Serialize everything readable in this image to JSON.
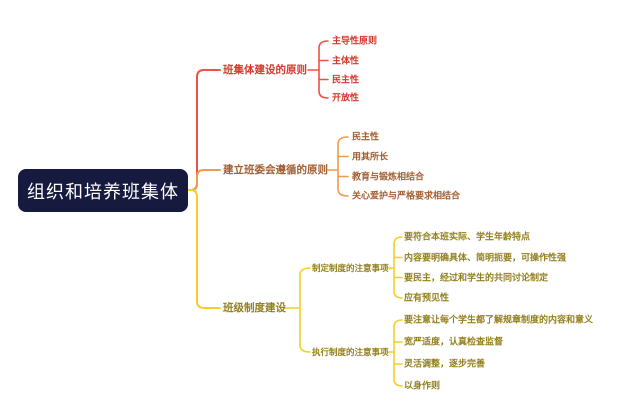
{
  "root": {
    "label": "组织和培养班集体"
  },
  "colors": {
    "root_bg": "#161a3e",
    "root_text": "#ffffff",
    "branch1_line": "#f25044",
    "branch1_text": "#d43a2f",
    "branch2_line": "#f29a4e",
    "branch2_text": "#a36033",
    "branch3_line": "#f2d02a",
    "branch3_text": "#93801f",
    "background": "#ffffff"
  },
  "branches": [
    {
      "label": "班集体建设的原则",
      "children": [
        {
          "label": "主导性原则"
        },
        {
          "label": "主体性"
        },
        {
          "label": "民主性"
        },
        {
          "label": "开放性"
        }
      ]
    },
    {
      "label": "建立班委会遵循的原则",
      "children": [
        {
          "label": "民主性"
        },
        {
          "label": "用其所长"
        },
        {
          "label": "教育与锻炼相结合"
        },
        {
          "label": "关心爱护与严格要求相结合"
        }
      ]
    },
    {
      "label": "班级制度建设",
      "children": [
        {
          "label": "制定制度的注意事项",
          "children": [
            {
              "label": "要符合本班实际、学生年龄特点"
            },
            {
              "label": "内容要明确具体、简明扼要，可操作性强"
            },
            {
              "label": "要民主，经过和学生的共同讨论制定"
            },
            {
              "label": "应有预见性"
            }
          ]
        },
        {
          "label": "执行制度的注意事项",
          "children": [
            {
              "label": "要注意让每个学生都了解规章制度的内容和意义"
            },
            {
              "label": "宽严适度，认真检查监督"
            },
            {
              "label": "灵活调整，逐步完善"
            },
            {
              "label": "以身作则"
            }
          ]
        }
      ]
    }
  ]
}
